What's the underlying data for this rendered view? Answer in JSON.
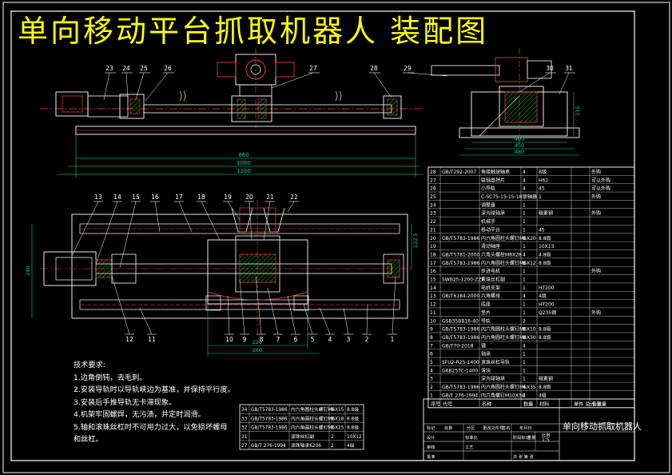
{
  "title": "单向移动平台抓取机器人 装配图",
  "technical_notes": {
    "heading": "技术要求:",
    "items": [
      "1.边角倒钝，去毛刺。",
      "2.安装导轨时以导轨峡边为基准，并保持平行度。",
      "3.安装后手推导轨无卡滞现象。",
      "4.机架牢固螺焊，无污渍，并定时润滑。",
      "5.轴和滚珠丝杠时不可用力过大，以免损坏螺母",
      "和丝杠。"
    ]
  },
  "balloons": {
    "top_view": [
      "23",
      "24",
      "25",
      "26",
      "27",
      "28",
      "29",
      "30",
      "31"
    ],
    "plan_top": [
      "13",
      "14",
      "15",
      "16",
      "17",
      "18",
      "19",
      "20",
      "21",
      "22"
    ],
    "plan_bottom": [
      "12",
      "11",
      "10",
      "9",
      "8",
      "7",
      "6",
      "5",
      "4",
      "3",
      "2",
      "1"
    ]
  },
  "dimensions": {
    "front_horizontal": [
      "860",
      "1000",
      "1200"
    ],
    "side_horizontal": [
      "400",
      "450",
      "480"
    ],
    "side_vertical": "115",
    "plan_horizontal": [
      "220",
      "260"
    ],
    "plan_vertical_left": "240",
    "plan_vertical_right": "122.5"
  },
  "bom_upper": [
    [
      "28",
      "GB/T292-2007",
      "角接触球轴承",
      "4",
      "B级",
      "",
      "外购"
    ],
    [
      "27",
      "",
      "联轴器挡片",
      "4",
      "H62",
      "",
      "可以外购"
    ],
    [
      "26",
      "",
      "小导轨",
      "4",
      "45",
      "",
      "可以外购"
    ],
    [
      "25",
      "",
      "C-SC75-15-15-18",
      "联轴器",
      "1",
      "",
      "外购"
    ],
    [
      "24",
      "",
      "调整盘",
      "1",
      "",
      "",
      ""
    ],
    [
      "23",
      "",
      "深沟球轴承",
      "1",
      "碳素钢",
      "",
      "外购"
    ],
    [
      "22",
      "",
      "机械手",
      "1",
      "",
      "",
      ""
    ],
    [
      "21",
      "",
      "移动平台",
      "1",
      "45",
      "",
      ""
    ],
    [
      "20",
      "GB/T5783-1986",
      "内六角圆柱头螺钉M6X20",
      "8",
      "8.8级",
      "",
      ""
    ],
    [
      "19",
      "",
      "滑动轴座",
      "1",
      "10X13",
      "",
      ""
    ],
    [
      "18",
      "GB/T5781-2000",
      "六角头螺栓M8X28",
      "4",
      "4.8级",
      "",
      ""
    ],
    [
      "17",
      "GB/T5783-1986",
      "内六角圆柱头螺钉M6X12",
      "8",
      "8.8级",
      "",
      ""
    ],
    [
      "16",
      "",
      "步进电机",
      "1",
      "",
      "",
      "外购"
    ],
    [
      "15",
      "SWB25-1200-ZZP",
      "滚珠丝杠副",
      "1",
      "",
      "",
      ""
    ],
    [
      "14",
      "",
      "电机支架",
      "1",
      "HT200",
      "",
      ""
    ],
    [
      "13",
      "GB/T6184-2000",
      "六角螺母",
      "4",
      "4级",
      "",
      ""
    ],
    [
      "12",
      "",
      "底座",
      "1",
      "HT200",
      "",
      ""
    ],
    [
      "11",
      "",
      "垫片",
      "1",
      "Q235钢",
      "",
      "外购"
    ],
    [
      "10",
      "GSB35BB16-40",
      "导轨",
      "2",
      "",
      "",
      ""
    ],
    [
      "9",
      "GB/T5783-1986",
      "内六角圆柱头螺钉M6X10",
      "8",
      "8.8级",
      "",
      ""
    ],
    [
      "8",
      "GB/T5783-1986",
      "内六角圆柱头螺钉M8X30",
      "8",
      "8.8级",
      "",
      ""
    ],
    [
      "7",
      "GB/T70-2018",
      "键",
      "4",
      "",
      "",
      ""
    ],
    [
      "6",
      "",
      "轴承",
      "1",
      "",
      "",
      ""
    ],
    [
      "5",
      "SFU2-R25-1400",
      "滚珠丝杠导轨",
      "1",
      "",
      "",
      ""
    ],
    [
      "4",
      "G6B25TC-1400",
      "滑块",
      "1",
      "",
      "",
      ""
    ],
    [
      "3",
      "",
      "深沟球轴承",
      "1",
      "碳素钢",
      "",
      ""
    ],
    [
      "2",
      "GB/T5783-1986",
      "内六角圆柱头螺钉M6X35",
      "4",
      "8.8级",
      "",
      ""
    ],
    [
      "1",
      "GB/T 276-1994",
      "内六角螺钉M10X30",
      "4",
      "4级",
      "",
      ""
    ]
  ],
  "bom_header": [
    "序号",
    "代号",
    "名称",
    "数量",
    "材料",
    "单件 总计 重量",
    "备注"
  ],
  "bom_lower": [
    [
      "34",
      "GB/T5783-1986",
      "内六角圆柱头螺钉M6X15",
      "8",
      "8.8级"
    ],
    [
      "33",
      "GB/T5783-1986",
      "内六角圆柱头螺钉M6X18",
      "8",
      "8.8级"
    ],
    [
      "32",
      "GB/T5783-1986",
      "内六角圆柱头螺钉M6X25",
      "8",
      "8.8级"
    ],
    [
      "31",
      "",
      "滚珠丝杠副",
      "2",
      "10X12"
    ],
    [
      "27",
      "GB/T 276-1994",
      "滚珠轴承6206",
      "2",
      "4级"
    ]
  ],
  "title_block": {
    "drawing_name": "单向移动抓取机器人",
    "scale": "1:5",
    "labels": [
      "标记",
      "处数",
      "分区",
      "更改文件号",
      "签名",
      "年月日",
      "设计",
      "标准化",
      "阶段标记",
      "重量",
      "比例",
      "审核",
      "工艺",
      "批准",
      "共 张 第 张"
    ]
  },
  "colors": {
    "background": "#000000",
    "title": "#ffff00",
    "outline": "#ffffff",
    "centerline": "#ff3b3b",
    "dimension": "#00d0a0",
    "hatching": "#00ff00",
    "parts": "#ff4040"
  }
}
